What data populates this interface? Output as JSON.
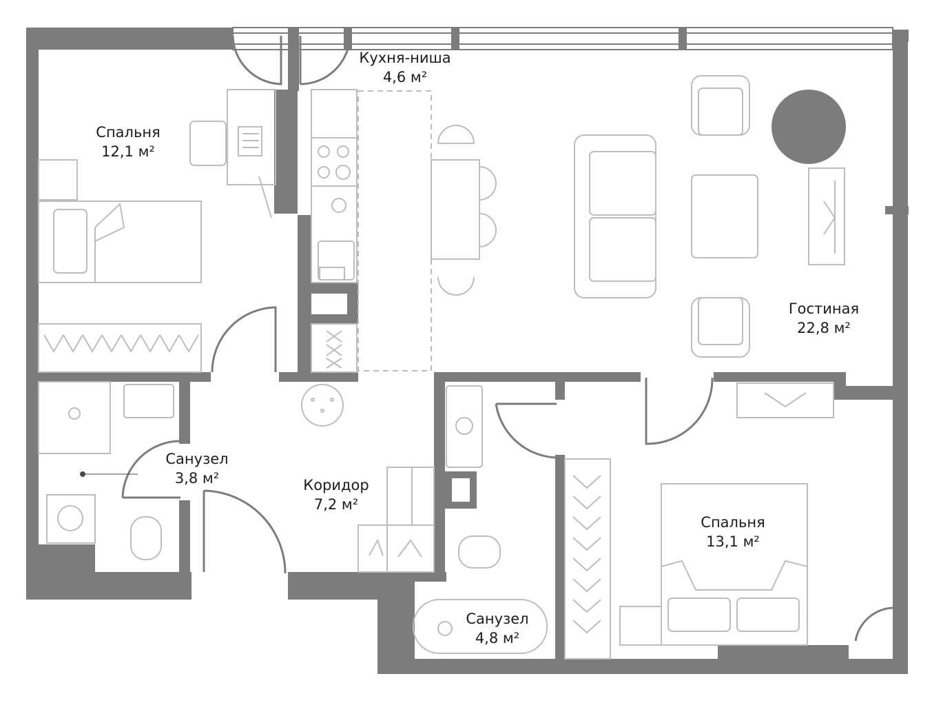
{
  "rooms": [
    {
      "id": "kitchen",
      "name": "Кухня-ниша",
      "area": "4,6 м²"
    },
    {
      "id": "bedroom1",
      "name": "Спальня",
      "area": "12,1 м²"
    },
    {
      "id": "living",
      "name": "Гостиная",
      "area": "22,8 м²"
    },
    {
      "id": "bath1",
      "name": "Санузел",
      "area": "3,8 м²"
    },
    {
      "id": "corridor",
      "name": "Коридор",
      "area": "7,2 м²"
    },
    {
      "id": "bedroom2",
      "name": "Спальня",
      "area": "13,1 м²"
    },
    {
      "id": "bath2",
      "name": "Санузел",
      "area": "4,8 м²"
    }
  ],
  "colors": {
    "wall": "#7c7c7c",
    "line": "#bdbdbd",
    "door": "#7c7c7c",
    "text": "#1c1c1c",
    "accent": "#7c7c7c"
  }
}
